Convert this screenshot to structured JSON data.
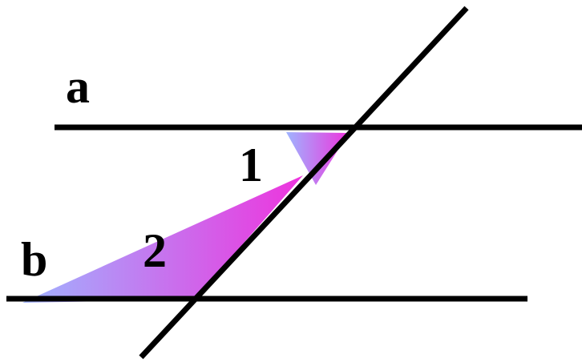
{
  "labels": {
    "line_a": "a",
    "line_b": "b",
    "angle_1": "1",
    "angle_2": "2"
  },
  "colors": {
    "line": "#000000",
    "gradient_start": "#9fb4ff",
    "gradient_end": "#ee33dd",
    "background": "#ffffff"
  }
}
